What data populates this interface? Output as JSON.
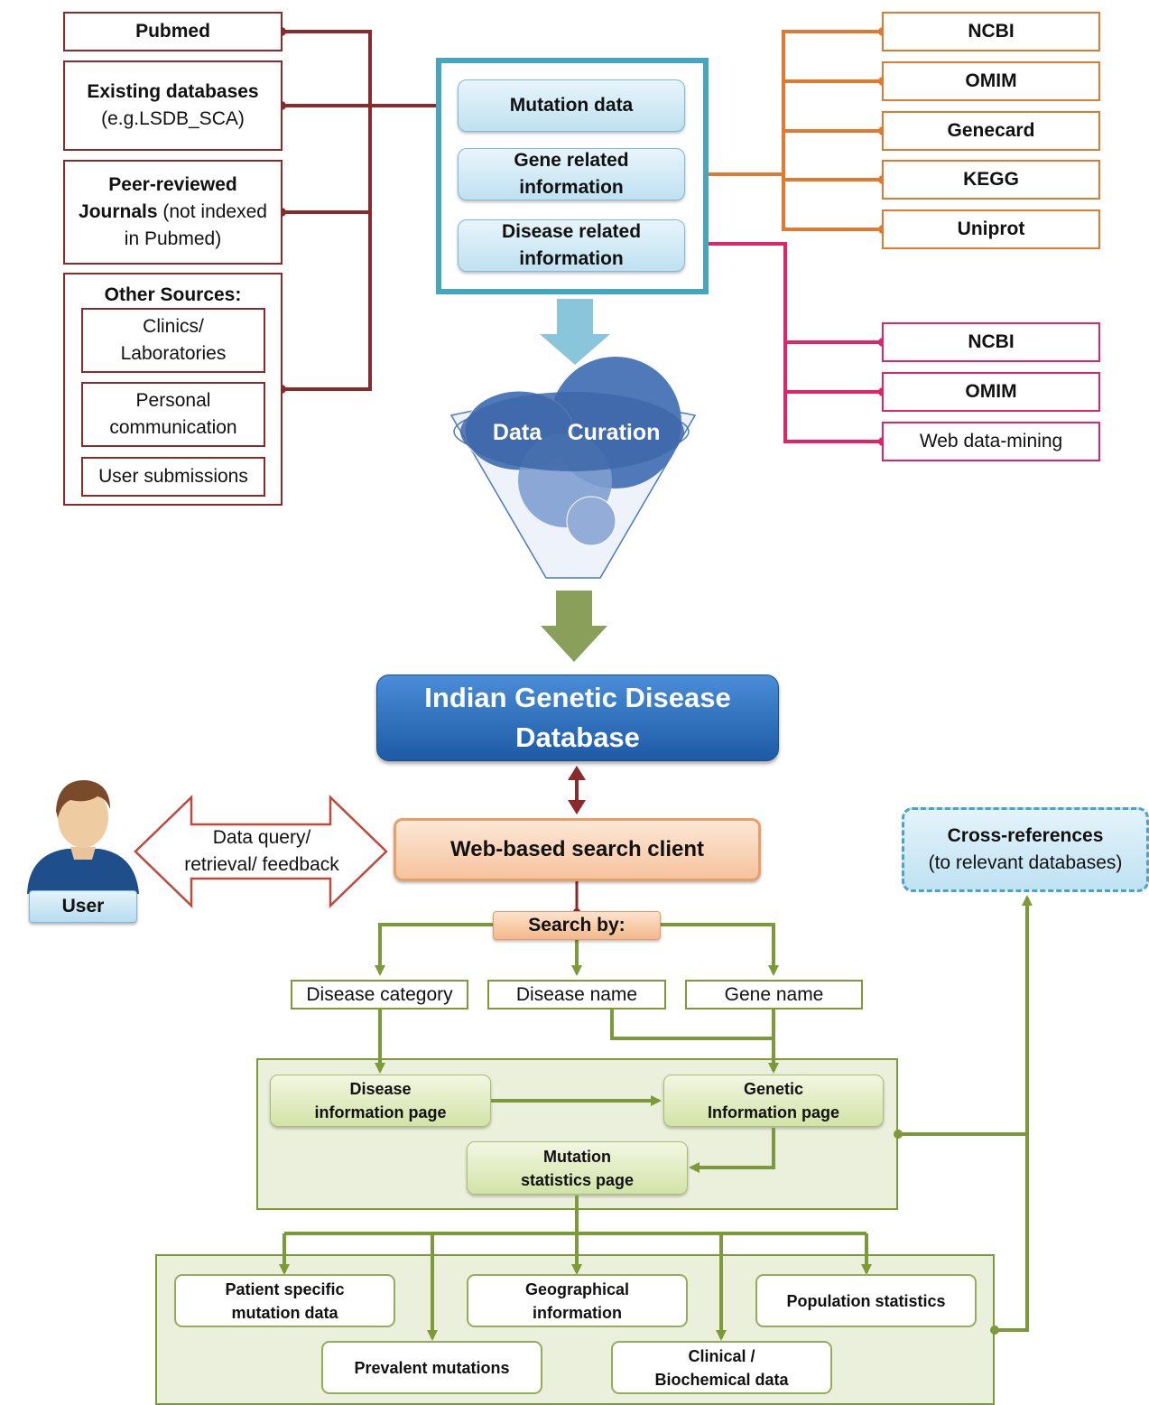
{
  "sources": {
    "pubmed": "Pubmed",
    "existing": {
      "title": "Existing databases",
      "sub": "(e.g.LSDB_SCA)"
    },
    "peer": {
      "bold1": "Peer-reviewed",
      "bold2": "Journals",
      "rest2": " (not indexed",
      "line3": "in Pubmed)"
    },
    "other": {
      "title": "Other Sources:",
      "items": [
        {
          "line1": "Clinics/",
          "line2": "Laboratories"
        },
        {
          "line1": "Personal",
          "line2": "communication"
        },
        {
          "line1": "User submissions",
          "line2": ""
        }
      ]
    }
  },
  "data_types": [
    {
      "line1": "Mutation data",
      "line2": ""
    },
    {
      "line1": "Gene related",
      "line2": "information"
    },
    {
      "line1": "Disease related",
      "line2": "information"
    }
  ],
  "gene_sources": [
    "NCBI",
    "OMIM",
    "Genecard",
    "KEGG",
    "Uniprot"
  ],
  "disease_sources": [
    "NCBI",
    "OMIM",
    "Web data-mining"
  ],
  "curation": {
    "word1": "Data",
    "word2": "Curation"
  },
  "database": {
    "line1": "Indian Genetic Disease",
    "line2": "Database"
  },
  "client": "Web-based search client",
  "user": {
    "label": "User",
    "arrow_line1": "Data query/",
    "arrow_line2": "retrieval/ feedback"
  },
  "cross_ref": {
    "line1": "Cross-references",
    "line2": "(to relevant databases)"
  },
  "search": {
    "label": "Search by:",
    "criteria": [
      "Disease category",
      "Disease name",
      "Gene name"
    ]
  },
  "pages": {
    "disease": {
      "line1": "Disease",
      "line2": "information page"
    },
    "genetic": {
      "line1": "Genetic",
      "line2": "Information page"
    },
    "mutation": {
      "line1": "Mutation",
      "line2": "statistics page"
    }
  },
  "outputs": [
    {
      "line1": "Patient specific",
      "line2": "mutation data"
    },
    {
      "line1": "Geographical",
      "line2": "information"
    },
    {
      "line1": "Population statistics",
      "line2": ""
    },
    {
      "line1": "Prevalent mutations",
      "line2": ""
    },
    {
      "line1": "Clinical /",
      "line2": "Biochemical data"
    }
  ],
  "colors": {
    "source_connector": "#8b2a2a",
    "gene_connector": "#e07a2e",
    "disease_connector": "#e0246a",
    "flow_green": "#7d9a3a",
    "database_blue": "#2a6bbd"
  }
}
